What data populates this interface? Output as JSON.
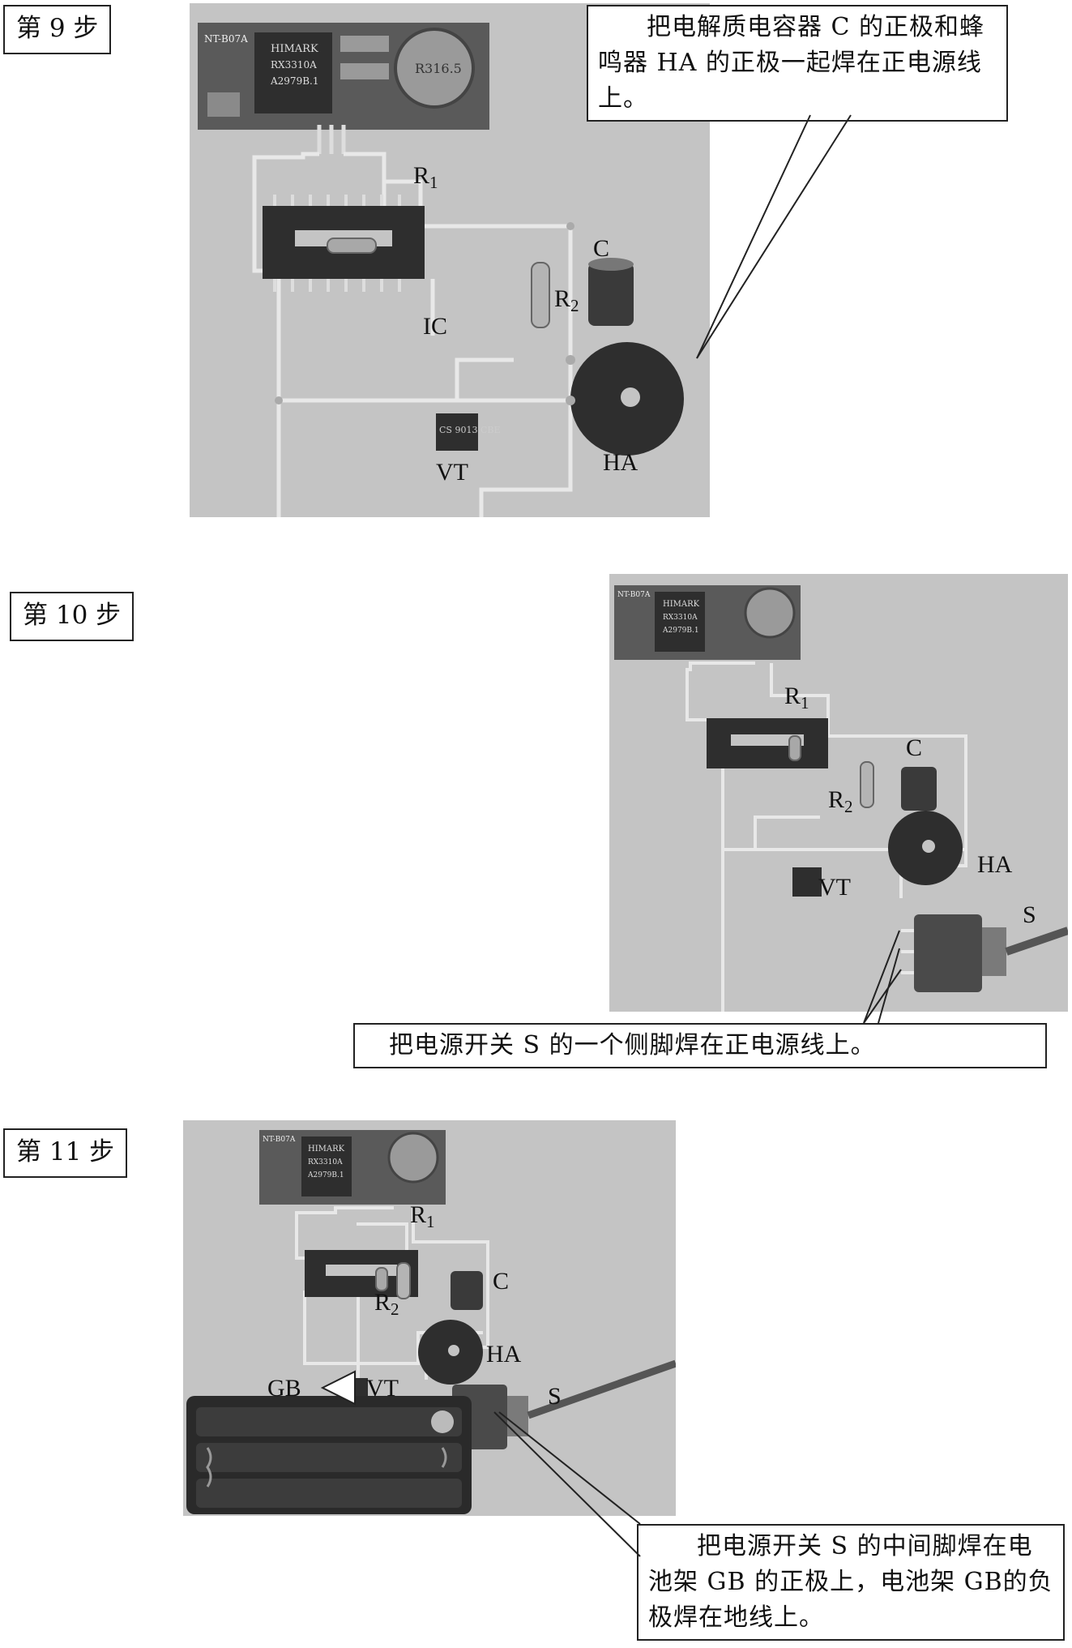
{
  "step9": {
    "title": "第 9 步",
    "labels": {
      "r1_main": "R",
      "r1_sub": "1",
      "c": "C",
      "r2_main": "R",
      "r2_sub": "2",
      "ic": "IC",
      "vt": "VT",
      "ha": "HA"
    },
    "callout": "把电解质电容器 C 的正极和蜂鸣器 HA 的正极一起焊在正电源线上。",
    "module_text": {
      "board": "NT-B07A",
      "brand": "HIMARK",
      "chip": "RX3310A",
      "code": "A2979B.1",
      "xtal": "R316.5"
    },
    "transistor_text": "CS 9013 CBE"
  },
  "step10": {
    "title": "第 10 步",
    "labels": {
      "r1_main": "R",
      "r1_sub": "1",
      "c": "C",
      "r2_main": "R",
      "r2_sub": "2",
      "ha": "HA",
      "vt": "VT",
      "s": "S"
    },
    "callout": "把电源开关 S 的一个侧脚焊在正电源线上。",
    "module_text": {
      "board": "NT-B07A",
      "brand": "HIMARK",
      "chip": "RX3310A",
      "code": "A2979B.1"
    }
  },
  "step11": {
    "title": "第 11 步",
    "labels": {
      "r1_main": "R",
      "r1_sub": "1",
      "c": "C",
      "r2_main": "R",
      "r2_sub": "2",
      "ha": "HA",
      "vt": "VT",
      "s": "S",
      "gb": "GB"
    },
    "callout": "把电源开关 S 的中间脚焊在电池架 GB 的正极上，电池架 GB的负极焊在地线上。",
    "module_text": {
      "board": "NT-B07A",
      "brand": "HIMARK",
      "chip": "RX3310A",
      "code": "A2979B.1"
    }
  },
  "colors": {
    "photo_bg": "#c4c4c4",
    "wire": "#e8e8e8",
    "component_dark": "#2e2e2e",
    "board_mid": "#5a5a5a"
  }
}
